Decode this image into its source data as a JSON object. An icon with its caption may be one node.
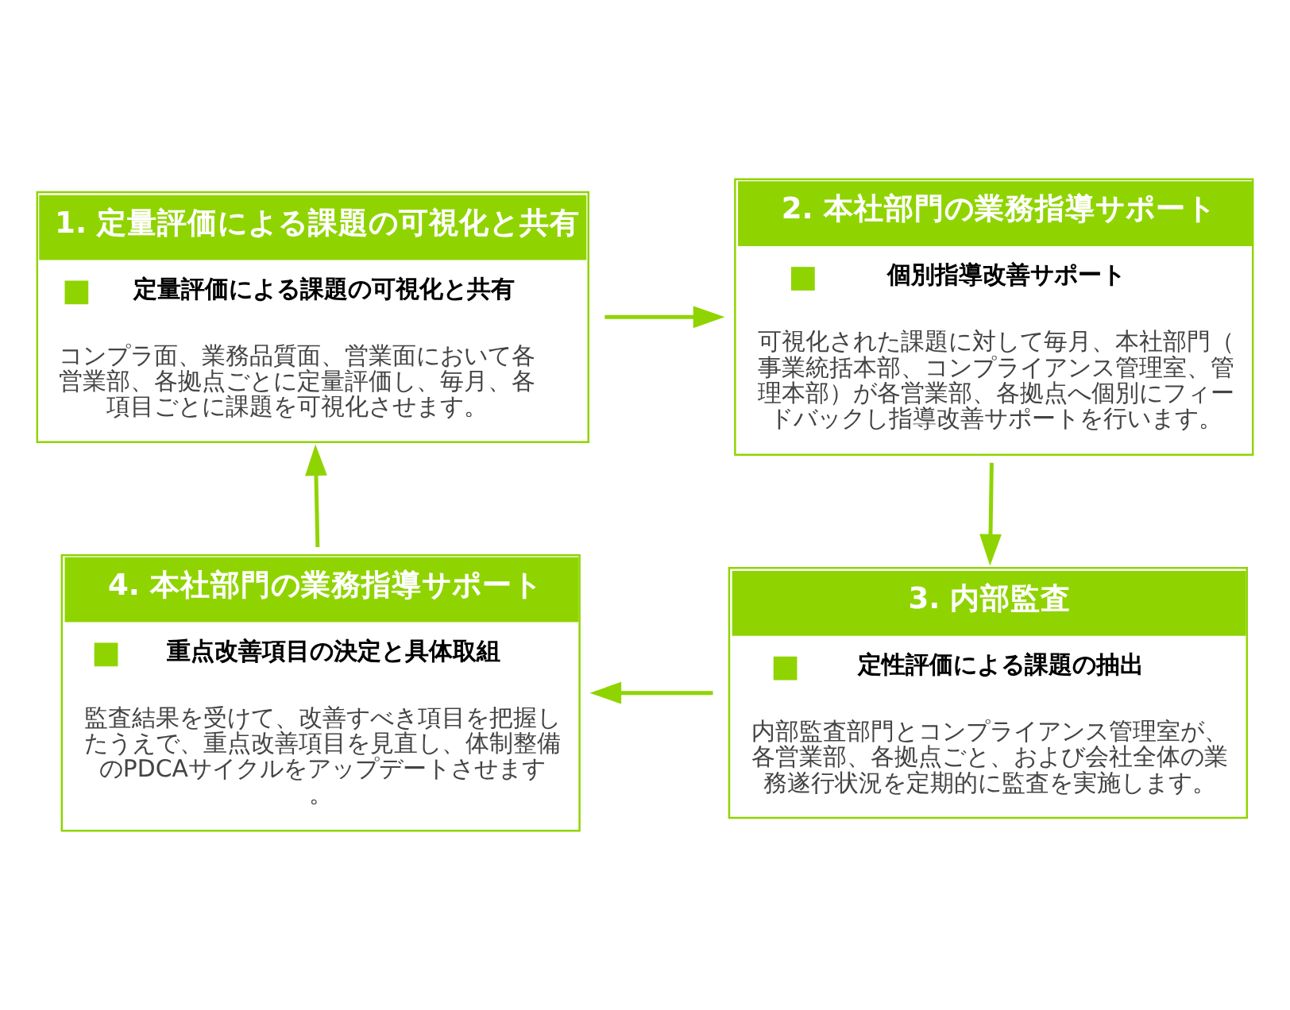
{
  "diagram": {
    "nodes": [
      {
        "text": [
          "1. 定量評価による課題の可視化と共有",
          "定量評価による課題の可視化と共有",
          "コンプラ面、業務品質面、営業面において各営業部、各拠点ごとに定量評価し、毎月、各項目ごとに課題を可視化させます。"
        ]
      },
      {
        "text": [
          "2. 本社部門の業務指導サポート",
          "個別指導改善サポート",
          "可視化された課題に対して毎月、本社部門（事業統括本部、コンプライアンス管理室、管理本部）が各営業部、各拠点へ個別にフィードバックし指導改善サポートを行います。"
        ]
      },
      {
        "text": [
          "3. 内部監査",
          "定性評価による課題の抽出",
          "内部監査部門とコンプライアンス管理室が、各営業部、各拠点ごと、および会社全体の業務遂行状況を定期的に監査を実施します。"
        ]
      },
      {
        "text": [
          "4. 本社部門の業務指導サポート",
          "重点改善項目の決定と具体取組",
          "監査結果を受けて、改善すべき項目を把握したうえで、重点改善項目を見直し、体制整備のPDCAサイクルをアップデートさせます。"
        ]
      }
    ],
    "edges": [
      {
        "from": 0,
        "to": 1,
        "arrow": "to"
      },
      {
        "from": 1,
        "to": 2,
        "arrow": "to"
      },
      {
        "from": 2,
        "to": 3,
        "arrow": "to"
      },
      {
        "from": 3,
        "to": 0,
        "arrow": "to"
      }
    ]
  }
}
